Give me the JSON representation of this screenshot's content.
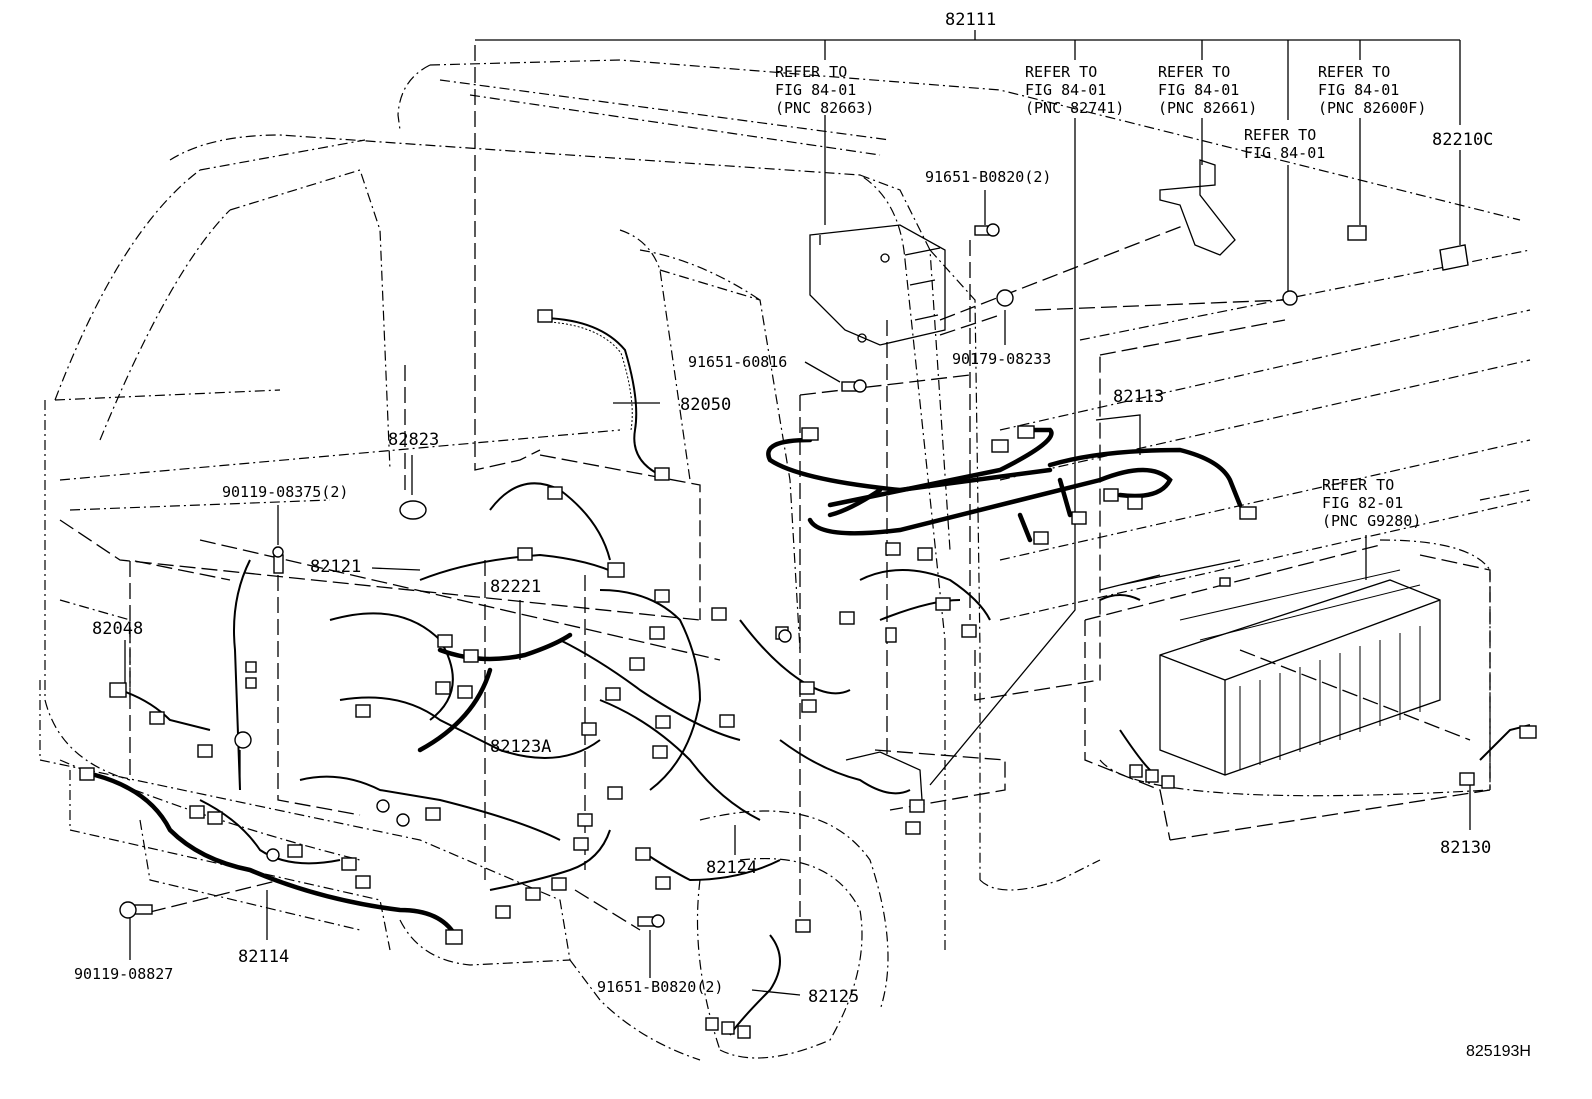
{
  "diagram": {
    "image_id": "825193H",
    "labels": {
      "p82111": "82111",
      "ref1_a": "REFER TO",
      "ref1_b": "FIG 84-01",
      "ref1_c": "(PNC 82663)",
      "ref2_a": "REFER TO",
      "ref2_b": "FIG 84-01",
      "ref2_c": "(PNC 82741)",
      "ref3_a": "REFER TO",
      "ref3_b": "FIG 84-01",
      "ref3_c": "(PNC 82661)",
      "ref4_a": "REFER TO",
      "ref4_b": "FIG 84-01",
      "ref4_c": "(PNC 82600F)",
      "ref5_a": "REFER TO",
      "ref5_b": "FIG 84-01",
      "p82210C": "82210C",
      "p91651_B0820_top": "91651-B0820(2)",
      "p91651_60816": "91651-60816",
      "p90179_08233": "90179-08233",
      "p82050": "82050",
      "p82823": "82823",
      "p90119_08375": "90119-08375(2)",
      "p82113": "82113",
      "p82121": "82121",
      "p82221": "82221",
      "p82048": "82048",
      "p82123A": "82123A",
      "ref6_a": "REFER TO",
      "ref6_b": "FIG 82-01",
      "ref6_c": "(PNC G9280)",
      "p82124": "82124",
      "p82130": "82130",
      "p90119_08827": "90119-08827",
      "p82114": "82114",
      "p91651_B0820_bot": "91651-B0820(2)",
      "p82125": "82125"
    }
  }
}
